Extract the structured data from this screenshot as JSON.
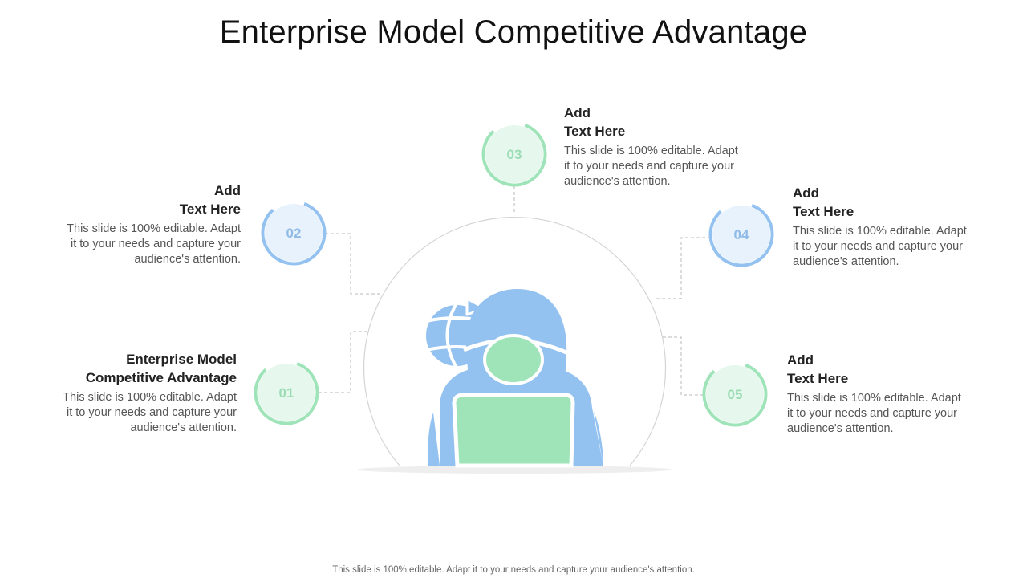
{
  "title": "Enterprise Model Competitive Advantage",
  "footer": "This slide is 100% editable. Adapt it to your needs and capture your audience's attention.",
  "colors": {
    "blue": "#93c1f0",
    "blue_fill": "#e8f2fd",
    "blue_text": "#8fbbe6",
    "green": "#9fe3b9",
    "green_fill": "#e6f8ed",
    "green_text": "#9cdcb5"
  },
  "items": [
    {
      "number": "01",
      "heading_line1": "Enterprise Model",
      "heading_line2": "Competitive Advantage",
      "body_line1": "This slide is 100% editable. Adapt",
      "body_line2": "it to your needs and capture your",
      "body_line3": "audience's attention.",
      "color": "green"
    },
    {
      "number": "02",
      "heading_line1": "Add",
      "heading_line2": "Text Here",
      "body_line1": "This slide is 100% editable. Adapt",
      "body_line2": "it to your needs and capture your",
      "body_line3": "audience's attention.",
      "color": "blue"
    },
    {
      "number": "03",
      "heading_line1": "Add",
      "heading_line2": "Text Here",
      "body_line1": "This slide is 100% editable. Adapt",
      "body_line2": "it to your needs and capture your",
      "body_line3": "audience's attention.",
      "color": "green"
    },
    {
      "number": "04",
      "heading_line1": "Add",
      "heading_line2": "Text Here",
      "body_line1": "This slide is 100% editable. Adapt",
      "body_line2": "it to your needs and capture your",
      "body_line3": "audience's attention.",
      "color": "blue"
    },
    {
      "number": "05",
      "heading_line1": "Add",
      "heading_line2": "Text Here",
      "body_line1": "This slide is 100% editable. Adapt",
      "body_line2": "it to your needs and capture your",
      "body_line3": "audience's attention.",
      "color": "green"
    }
  ]
}
